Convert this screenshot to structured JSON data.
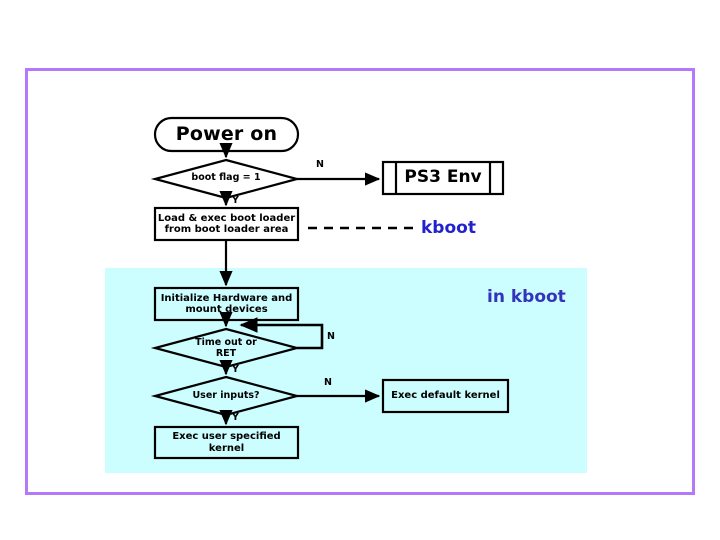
{
  "slide": {
    "background_color": "#ffffff",
    "frame_border_color": "#b478fa",
    "kboot_region_color": "#ccfdff"
  },
  "nodes": {
    "power_on": "Power on",
    "boot_flag": "boot flag = 1",
    "ps3_env": "PS3 Env",
    "load_exec_line1": "Load & exec boot loader",
    "load_exec_line2": "from boot loader area",
    "init_hw_line1": "Initialize Hardware and",
    "init_hw_line2": "mount devices",
    "timeout_line1": "Time out or",
    "timeout_line2": "RET",
    "user_inputs": "User inputs?",
    "exec_default_kernel": "Exec default kernel",
    "exec_user_kernel": "Exec user specified kernel"
  },
  "labels": {
    "boot_flag_no": "N",
    "boot_flag_yes": "Y",
    "timeout_no": "N",
    "timeout_yes": "Y",
    "user_inputs_no": "N",
    "user_inputs_yes": "Y"
  },
  "annotations": {
    "kboot": "kboot",
    "in_kboot": "in kboot",
    "kboot_color": "#2222cc",
    "in_kboot_color": "#3333bb"
  }
}
